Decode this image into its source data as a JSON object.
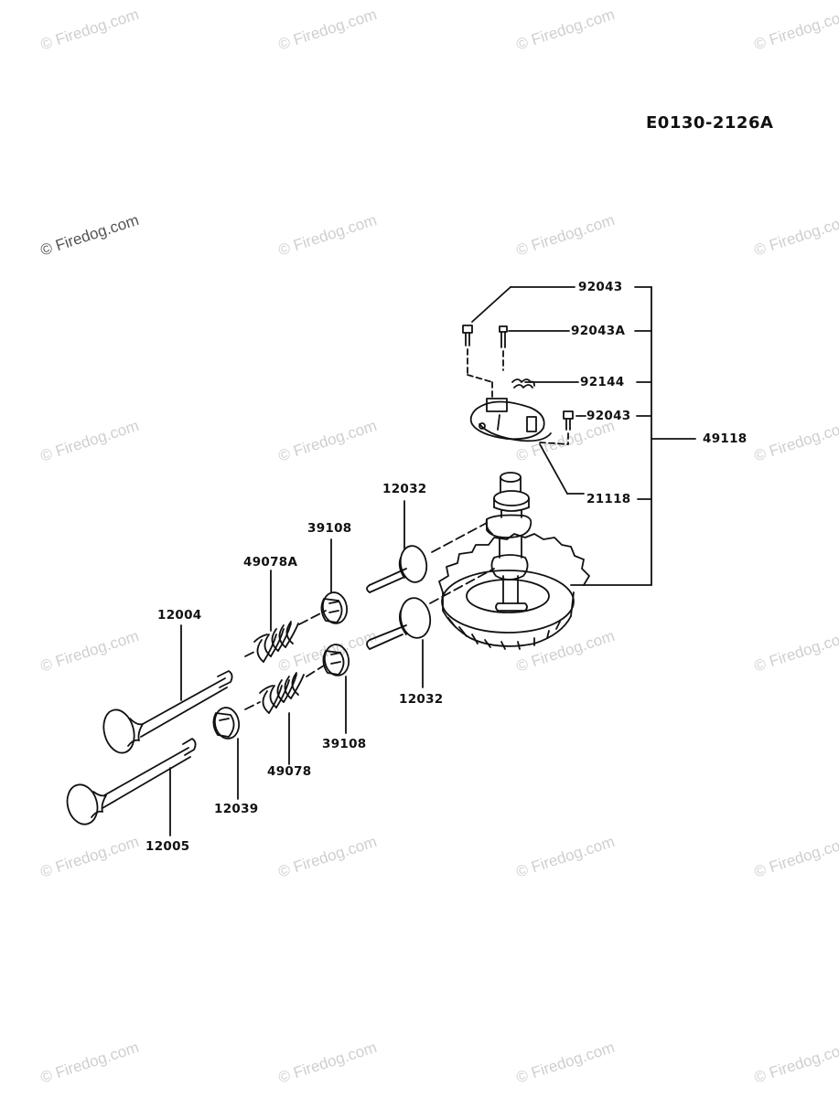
{
  "reference_code": "E0130-2126A",
  "watermark_text": "© Firedog.com",
  "parts": {
    "p92043_top": "92043",
    "p92043A": "92043A",
    "p92144": "92144",
    "p92043_mid": "92043",
    "p49118": "49118",
    "p21118": "21118",
    "p12032_top": "12032",
    "p39108_top": "39108",
    "p49078A": "49078A",
    "p12004": "12004",
    "p12032_bot": "12032",
    "p39108_bot": "39108",
    "p49078": "49078",
    "p12039": "12039",
    "p12005": "12005"
  },
  "colors": {
    "ink": "#111111",
    "watermark": "#cfcfcf"
  }
}
